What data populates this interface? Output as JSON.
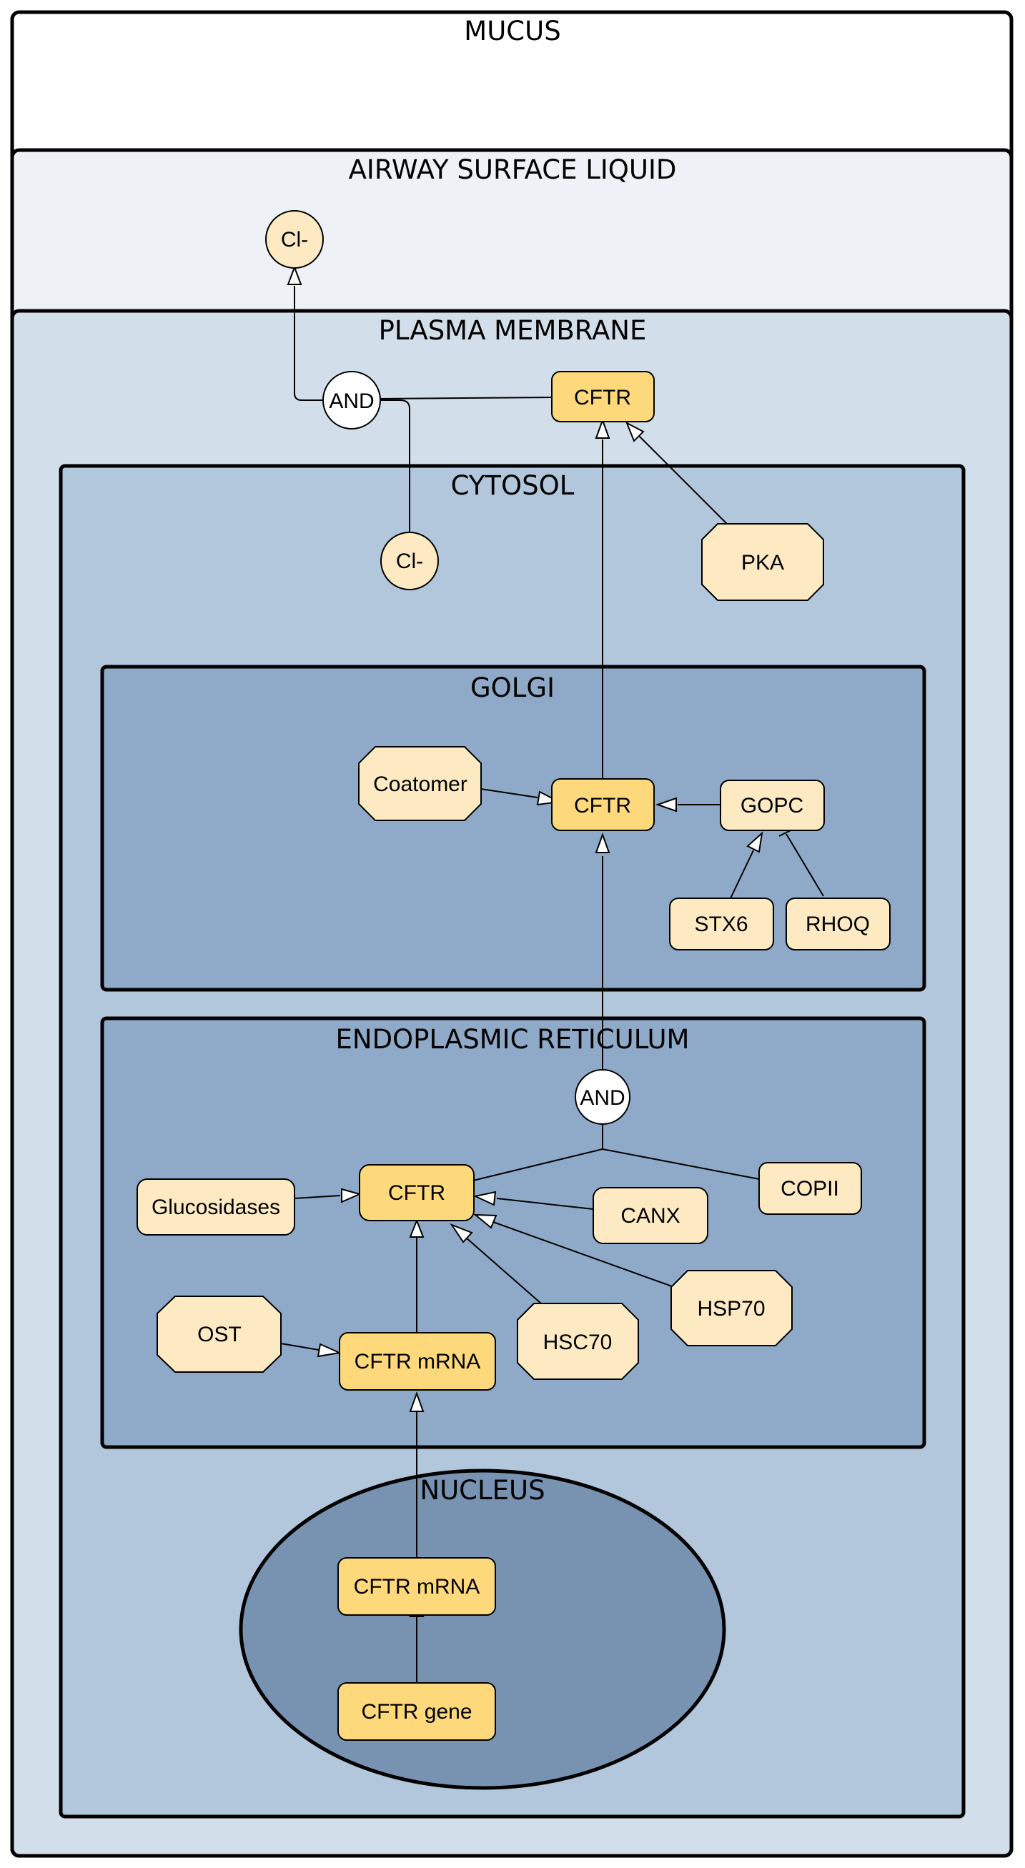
{
  "colors": {
    "mucus": "#ffffff",
    "airway_surface_liquid": "#eef2f6",
    "plasma_membrane": "#d2dee9",
    "cytosol": "#b2c6dc",
    "golgi": "#8eaac8",
    "er": "#8eaac8",
    "nucleus": "#7893b2",
    "gene_product_fill": "#fdd97b",
    "protein_fill": "#fdeac2",
    "border": "#000000"
  },
  "compartments": {
    "mucus": "MUCUS",
    "airway_surface_liquid": "AIRWAY SURFACE LIQUID",
    "plasma_membrane": "PLASMA MEMBRANE",
    "cytosol": "CYTOSOL",
    "golgi": "GOLGI",
    "endoplasmic_reticulum": "ENDOPLASMIC RETICULUM",
    "nucleus": "NUCLEUS"
  },
  "nodes": {
    "cl_asl": "Cl-",
    "and_pm": "AND",
    "cftr_pm": "CFTR",
    "cl_cytosol": "Cl-",
    "pka": "PKA",
    "coatomer": "Coatomer",
    "cftr_golgi": "CFTR",
    "gopc": "GOPC",
    "stx6": "STX6",
    "rhoq": "RHOQ",
    "and_er": "AND",
    "glucosidases": "Glucosidases",
    "cftr_er": "CFTR",
    "canx": "CANX",
    "copii": "COPII",
    "ost": "OST",
    "cftr_mrna_er": "CFTR mRNA",
    "hsc70": "HSC70",
    "hsp70": "HSP70",
    "cftr_mrna_nucleus": "CFTR mRNA",
    "cftr_gene": "CFTR gene"
  },
  "icons": {
    "arrowhead": "hollow-triangle-arrowhead-icon",
    "and_gate": "and-gate-circle"
  }
}
